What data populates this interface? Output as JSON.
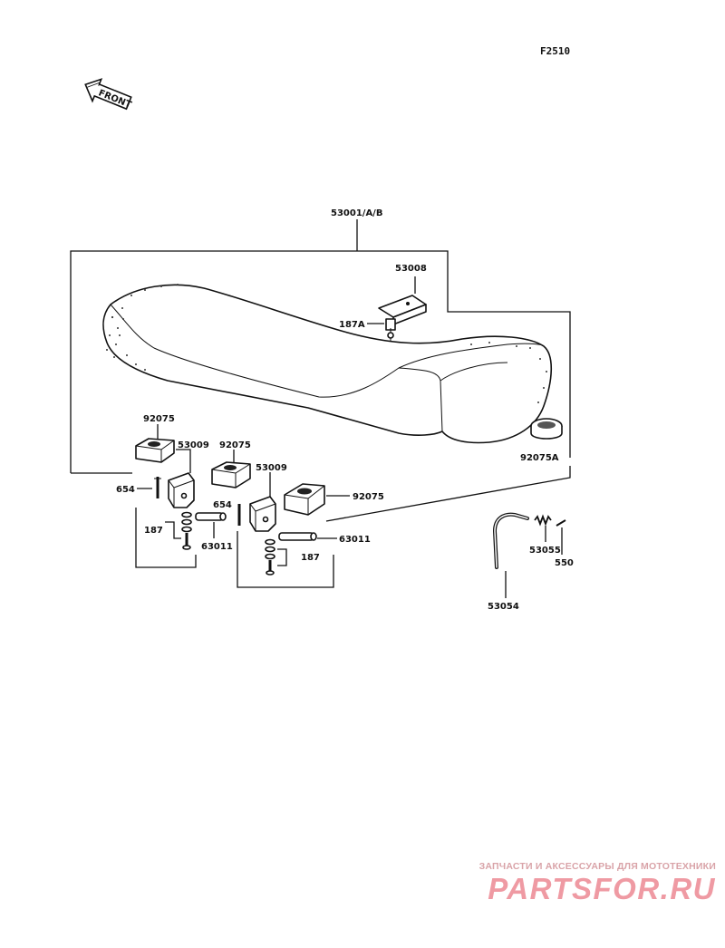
{
  "figure_code": "F2510",
  "front_label": "FRONT",
  "labels": {
    "seat_assy": "53001/A/B",
    "hinge": "53008",
    "hinge_bolt": "187A",
    "cap": "92075A",
    "cushion_left": "92075",
    "bracket_left": "53009",
    "cushion_mid": "92075",
    "bracket_mid": "53009",
    "cushion_right": "92075",
    "pin_left": "654",
    "bolts_left": "187",
    "shaft_left": "63011",
    "pin_mid": "654",
    "shaft_right": "63011",
    "bolts_right": "187",
    "rod": "53054",
    "spring": "53055",
    "clip": "550"
  },
  "watermark": {
    "tagline": "ЗАПЧАСТИ И АКСЕССУАРЫ ДЛЯ МОТОТЕХНИКИ",
    "logo": "PARTSFOR.RU"
  }
}
